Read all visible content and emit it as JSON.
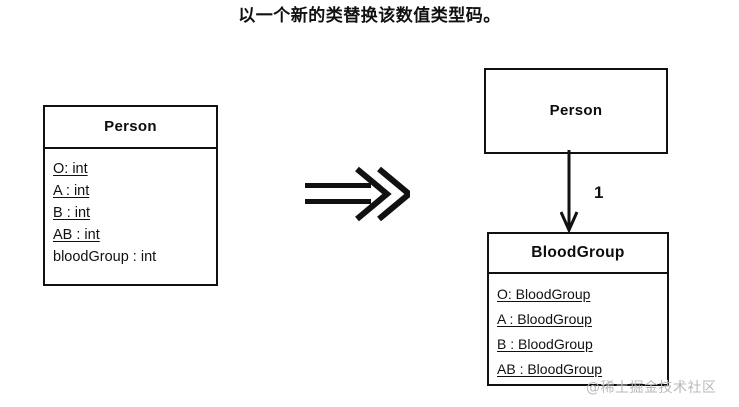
{
  "caption": "以一个新的类替换该数值类型码。",
  "diagram": {
    "type": "uml-class-refactoring",
    "transform_symbol": "double-arrow-right",
    "before": {
      "class": {
        "name": "Person",
        "attributes": [
          {
            "text": "O: int",
            "static": true
          },
          {
            "text": "A : int",
            "static": true
          },
          {
            "text": "B : int",
            "static": true
          },
          {
            "text": "AB : int",
            "static": true
          },
          {
            "text": "bloodGroup : int",
            "static": false
          }
        ]
      }
    },
    "after": {
      "classes": [
        {
          "name": "Person",
          "attributes": []
        },
        {
          "name": "BloodGroup",
          "attributes": [
            {
              "text": "O: BloodGroup",
              "static": true
            },
            {
              "text": "A : BloodGroup",
              "static": true
            },
            {
              "text": "B : BloodGroup",
              "static": true
            },
            {
              "text": "AB : BloodGroup",
              "static": true
            }
          ]
        }
      ],
      "association": {
        "from": "Person",
        "to": "BloodGroup",
        "multiplicity": "1",
        "arrow": "open-arrow-down"
      }
    }
  },
  "watermark": "@稀土掘金技术社区",
  "colors": {
    "stroke": "#111111",
    "background": "#ffffff",
    "watermark": "#b9b9b9"
  }
}
